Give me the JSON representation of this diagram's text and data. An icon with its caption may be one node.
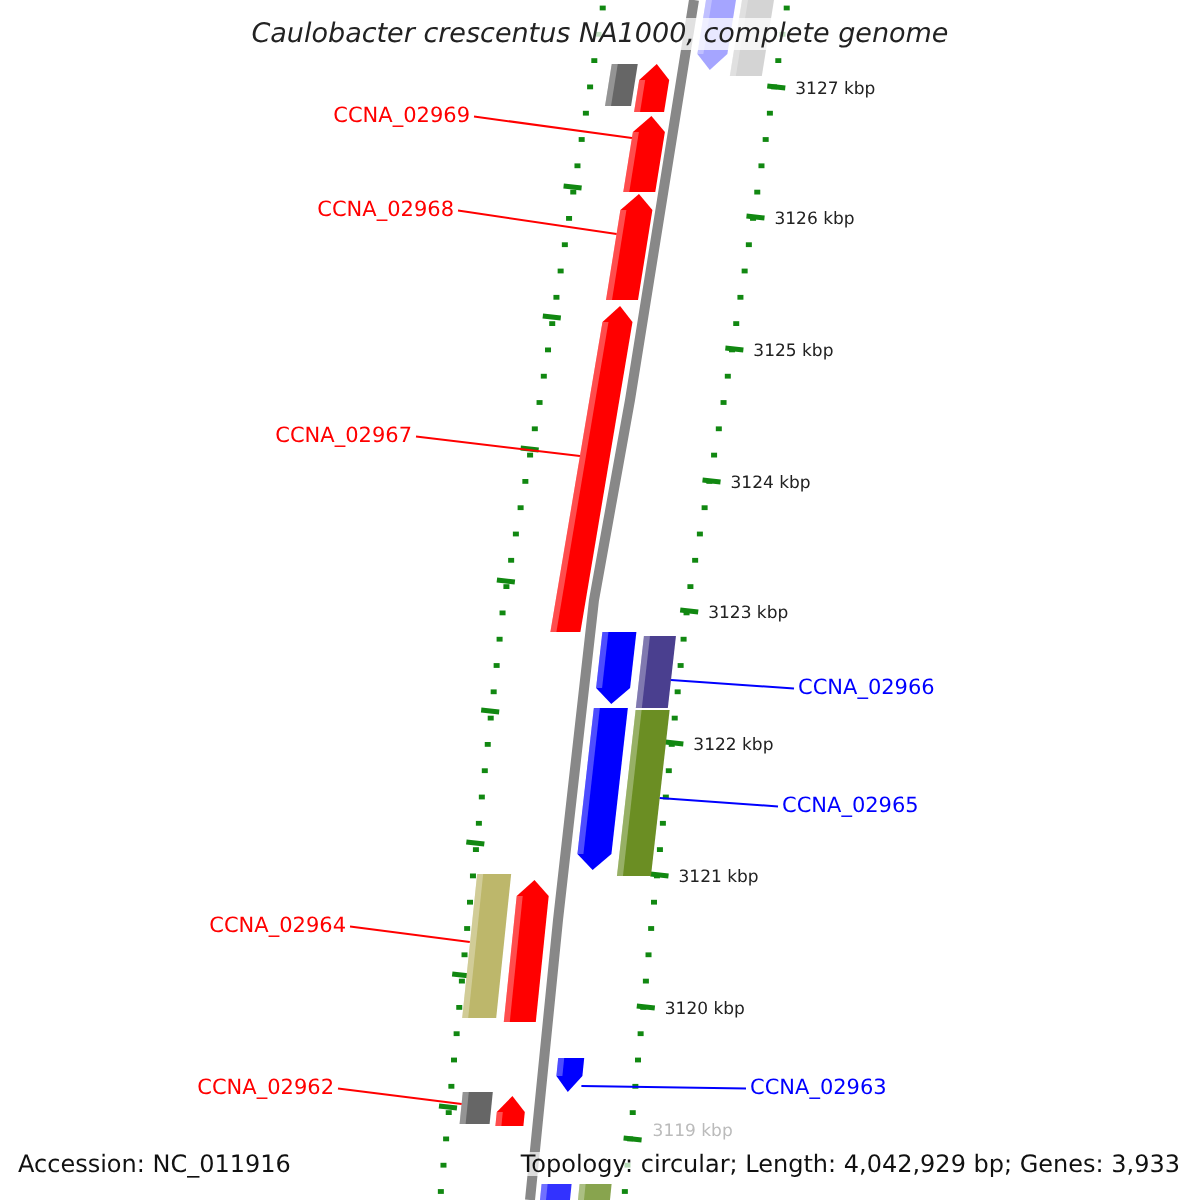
{
  "diagram": {
    "title": "Caulobacter crescentus NA1000, complete genome",
    "nodes": [
      {
        "text": [
          "CCNA_02969"
        ]
      },
      {
        "text": [
          "CCNA_02968"
        ]
      },
      {
        "text": [
          "CCNA_02967"
        ]
      },
      {
        "text": [
          "CCNA_02966"
        ]
      },
      {
        "text": [
          "CCNA_02965"
        ]
      },
      {
        "text": [
          "CCNA_02964"
        ]
      },
      {
        "text": [
          "CCNA_02962"
        ]
      },
      {
        "text": [
          "CCNA_02963"
        ]
      },
      {
        "text": [],
        "shape": "pentagon"
      },
      {
        "text": [],
        "shape": "box"
      },
      {
        "text": [],
        "shape": "box"
      },
      {
        "text": [],
        "shape": "pentagon"
      },
      {
        "text": [],
        "shape": "pentagon"
      },
      {
        "text": [],
        "shape": "pentagon"
      },
      {
        "text": [],
        "shape": "pentagon"
      },
      {
        "text": [],
        "shape": "pentagon"
      },
      {
        "text": [],
        "shape": "box"
      },
      {
        "text": [],
        "shape": "pentagon"
      },
      {
        "text": [],
        "shape": "box"
      },
      {
        "text": [],
        "shape": "box"
      },
      {
        "text": [],
        "shape": "pentagon"
      },
      {
        "text": [],
        "shape": "pentagon"
      },
      {
        "text": [],
        "shape": "box"
      },
      {
        "text": [],
        "shape": "pentagon"
      },
      {
        "text": [],
        "shape": "box"
      },
      {
        "text": [],
        "shape": "box"
      }
    ],
    "edges": [
      {
        "from": 0,
        "to": 12,
        "arrow": "none"
      },
      {
        "from": 1,
        "to": 13,
        "arrow": "none"
      },
      {
        "from": 2,
        "to": 14,
        "arrow": "none"
      },
      {
        "from": 3,
        "to": 16,
        "arrow": "none",
        "color": "#0000ff"
      },
      {
        "from": 4,
        "to": 18,
        "arrow": "none",
        "color": "#0000ff"
      },
      {
        "from": 5,
        "to": 19,
        "arrow": "none"
      },
      {
        "from": 6,
        "to": 22,
        "arrow": "none"
      },
      {
        "from": 7,
        "to": 21,
        "arrow": "none",
        "color": "#0000ff"
      }
    ],
    "labels": [
      "3127 kbp",
      "3126 kbp",
      "3125 kbp",
      "3124 kbp",
      "3123 kbp",
      "3122 kbp",
      "3121 kbp",
      "3120 kbp",
      "3119 kbp",
      "Accession: NC_011916",
      "Topology: circular; Length: 4,042,929 bp; Genes: 3,933"
    ]
  }
}
